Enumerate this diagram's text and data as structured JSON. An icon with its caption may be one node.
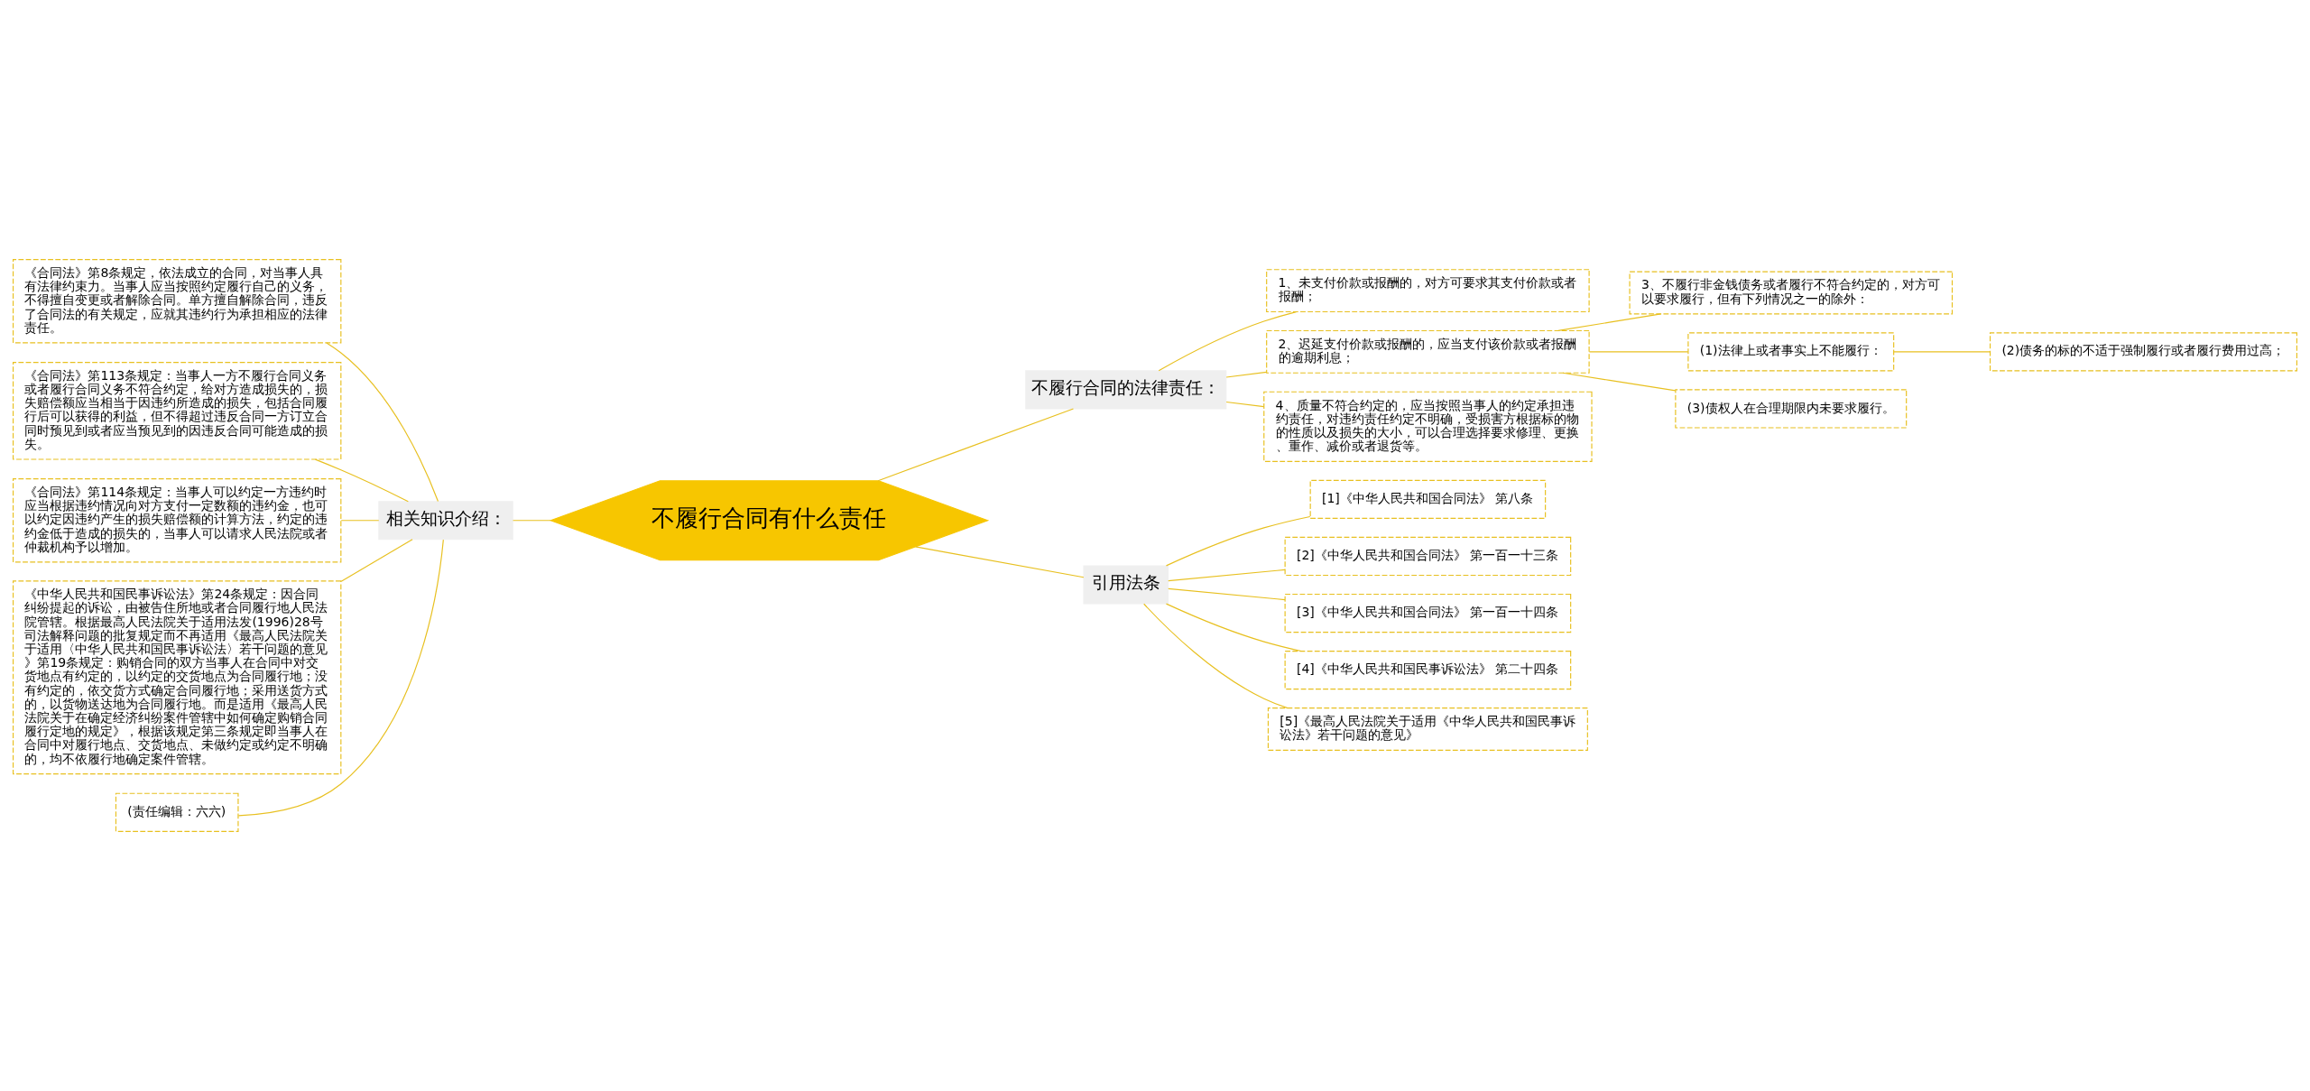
{
  "diagram": {
    "nodes": [
      {
        "text": [
          "不履行合同有什么责任"
        ]
      },
      {
        "text": [
          "相关知识介绍："
        ]
      },
      {
        "text": [
          "《合同法》第8条规定，依法成立的合同，对当事人具有法律约束力。当事人应当按照约定履行自己的义务，不得擅自变更或者解除合同。单方擅自解除合同，违反了合同法的有关规定，应就其违约行为承担相应的法律责任。"
        ]
      },
      {
        "text": [
          "《合同法》第113条规定：当事人一方不履行合同义务或者履行合同义务不符合约定，给对方造成损失的，损失赔偿额应当相当于因违约所造成的损失，包括合同履行后可以获得的利益，但不得超过违反合同一方订立合同时预见到或者应当预见到的因违反合同可能造成的损失。"
        ]
      },
      {
        "text": [
          "《合同法》第114条规定：当事人可以约定一方违约时应当根据违约情况向对方支付一定数额的违约金，也可以约定因违约产生的损失赔偿额的计算方法，约定的违约金低于造成的损失的，当事人可以请求人民法院或者仲裁机构予以增加。"
        ]
      },
      {
        "text": [
          "《中华人民共和国民事诉讼法》第24条规定：因合同纠纷提起的诉讼，由被告住所地或者合同履行地人民法院管辖。根据最高人民法院关于适用法发(1996)28号司法解释问题的批复规定而不再适用《最高人民法院关于适用〈中华人民共和国民事诉讼法〉若干问题的意见》第19条规定：购销合同的双方当事人在合同中对交货地点有约定的，以约定的交货地点为合同履行地；没有约定的，依交货方式确定合同履行地；采用送货方式的，以货物送达地为合同履行地。而是适用《最高人民法院关于在确定经济纠纷案件管辖中如何确定购销合同履行定地的规定》，根据该规定第三条规定即当事人在合同中对履行地点、交货地点、未做约定或约定不明确的，均不依履行地确定案件管辖。"
        ]
      },
      {
        "text": [
          "(责任编辑：六六)"
        ]
      },
      {
        "text": [
          "不履行合同的法律责任："
        ]
      },
      {
        "text": [
          "1、未支付价款或报酬的，对方可要求其支付价款或者报酬；"
        ]
      },
      {
        "text": [
          "2、迟延支付价款或报酬的，应当支付该价款或者报酬的逾期利息；"
        ]
      },
      {
        "text": [
          "3、不履行非金钱债务或者履行不符合约定的，对方可以要求履行，但有下列情况之一的除外："
        ]
      },
      {
        "text": [
          "(1)法律上或者事实上不能履行："
        ]
      },
      {
        "text": [
          "(2)债务的标的不适于强制履行或者履行费用过高；"
        ]
      },
      {
        "text": [
          "(3)债权人在合理期限内未要求履行。"
        ]
      },
      {
        "text": [
          "4、质量不符合约定的，应当按照当事人的约定承担违约责任，对违约责任约定不明确，受损害方根据标的物的性质以及损失的大小，可以合理选择要求修理、更换、重作、减价或者退货等。"
        ]
      },
      {
        "text": [
          "引用法条"
        ]
      },
      {
        "text": [
          "[1]《中华人民共和国合同法》 第八条"
        ]
      },
      {
        "text": [
          "[2]《中华人民共和国合同法》 第一百一十三条"
        ]
      },
      {
        "text": [
          "[3]《中华人民共和国合同法》 第一百一十四条"
        ]
      },
      {
        "text": [
          "[4]《中华人民共和国民事诉讼法》 第二十四条"
        ]
      },
      {
        "text": [
          "[5]《最高人民法院关于适用《中华人民共和国民事诉讼法》若干问题的意见》"
        ]
      }
    ],
    "edges": [
      {
        "from": 0,
        "to": 1,
        "arrow": "none"
      },
      {
        "from": 1,
        "to": 2,
        "arrow": "none"
      },
      {
        "from": 1,
        "to": 3,
        "arrow": "none"
      },
      {
        "from": 1,
        "to": 4,
        "arrow": "none"
      },
      {
        "from": 1,
        "to": 5,
        "arrow": "none"
      },
      {
        "from": 1,
        "to": 6,
        "arrow": "none"
      },
      {
        "from": 0,
        "to": 7,
        "arrow": "none"
      },
      {
        "from": 7,
        "to": 8,
        "arrow": "none"
      },
      {
        "from": 7,
        "to": 9,
        "arrow": "none"
      },
      {
        "from": 9,
        "to": 10,
        "arrow": "none"
      },
      {
        "from": 9,
        "to": 11,
        "arrow": "none"
      },
      {
        "from": 11,
        "to": 12,
        "arrow": "none"
      },
      {
        "from": 9,
        "to": 13,
        "arrow": "none"
      },
      {
        "from": 7,
        "to": 14,
        "arrow": "none"
      },
      {
        "from": 0,
        "to": 15,
        "arrow": "none"
      },
      {
        "from": 15,
        "to": 16,
        "arrow": "none"
      },
      {
        "from": 15,
        "to": 17,
        "arrow": "none"
      },
      {
        "from": 15,
        "to": 18,
        "arrow": "none"
      },
      {
        "from": 15,
        "to": 19,
        "arrow": "none"
      },
      {
        "from": 15,
        "to": 20,
        "arrow": "none"
      }
    ]
  }
}
